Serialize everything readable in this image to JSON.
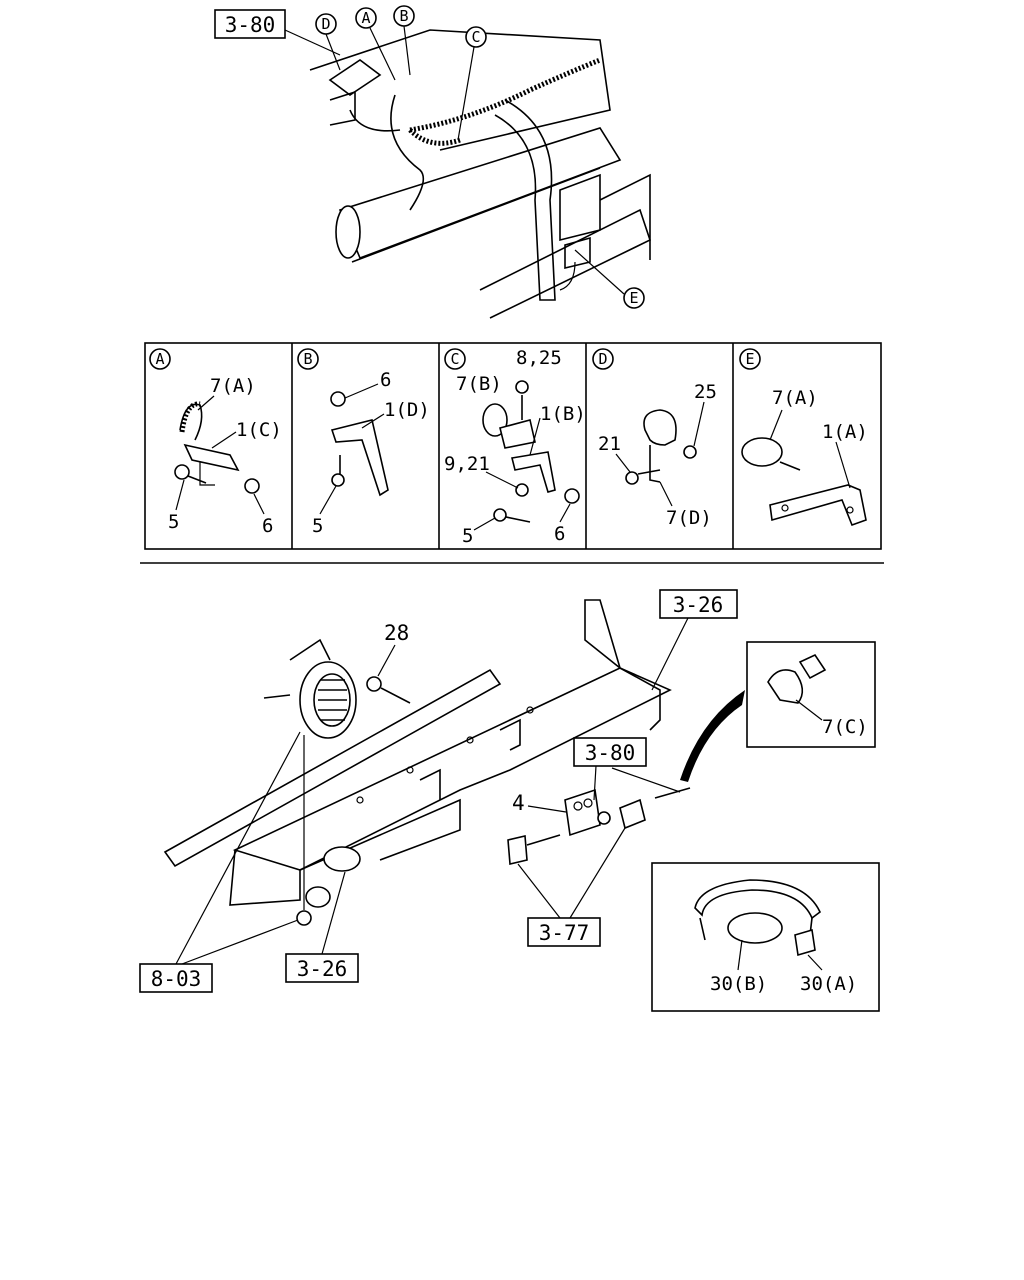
{
  "top": {
    "ref_box": "3-80",
    "callouts": [
      "D",
      "A",
      "B",
      "C",
      "E"
    ]
  },
  "details": [
    {
      "letter": "A",
      "labels": [
        "7(A)",
        "1(C)",
        "5",
        "6"
      ]
    },
    {
      "letter": "B",
      "labels": [
        "6",
        "1(D)",
        "5"
      ]
    },
    {
      "letter": "C",
      "labels": [
        "8,25",
        "7(B)",
        "1(B)",
        "9,21",
        "5",
        "6"
      ]
    },
    {
      "letter": "D",
      "labels": [
        "25",
        "21",
        "7(D)"
      ]
    },
    {
      "letter": "E",
      "labels": [
        "7(A)",
        "1(A)"
      ]
    }
  ],
  "bottom": {
    "ref_3_26_top": "3-26",
    "label_28": "28",
    "label_4": "4",
    "ref_3_80": "3-80",
    "ref_3_77": "3-77",
    "ref_8_03": "8-03",
    "ref_3_26_bottom": "3-26",
    "inset_clip_label": "7(C)",
    "inset_clamp_b": "30(B)",
    "inset_clamp_a": "30(A)"
  }
}
